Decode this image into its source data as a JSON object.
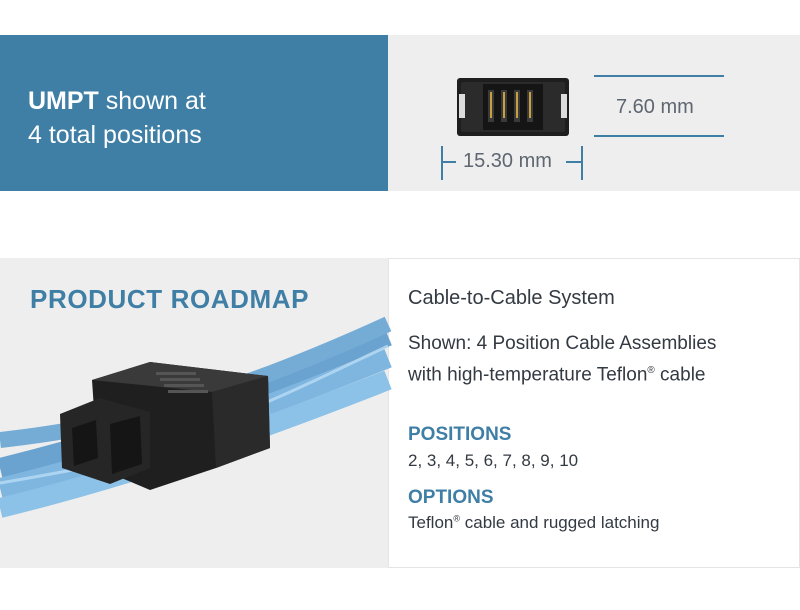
{
  "header": {
    "brand": "UMPT",
    "line1_rest": " shown at",
    "line2": "4 total positions"
  },
  "dimensions": {
    "height": "7.60 mm",
    "width": "15.30 mm"
  },
  "roadmap": {
    "title": "PRODUCT ROADMAP",
    "system": "Cable-to-Cable System",
    "shown_line1": "Shown: 4 Position Cable Assemblies",
    "shown_line2_pre": "with high-temperature Teflon",
    "shown_line2_reg": "®",
    "shown_line2_post": " cable",
    "positions_heading": "POSITIONS",
    "positions_value": "2, 3, 4, 5, 6, 7, 8, 9, 10",
    "options_heading": "OPTIONS",
    "options_pre": "Teflon",
    "options_reg": "®",
    "options_post": " cable and rugged latching"
  },
  "colors": {
    "brand_blue": "#3f7fa6",
    "panel_gray": "#eeeeef",
    "cable_blue": "#7fb6e0"
  }
}
